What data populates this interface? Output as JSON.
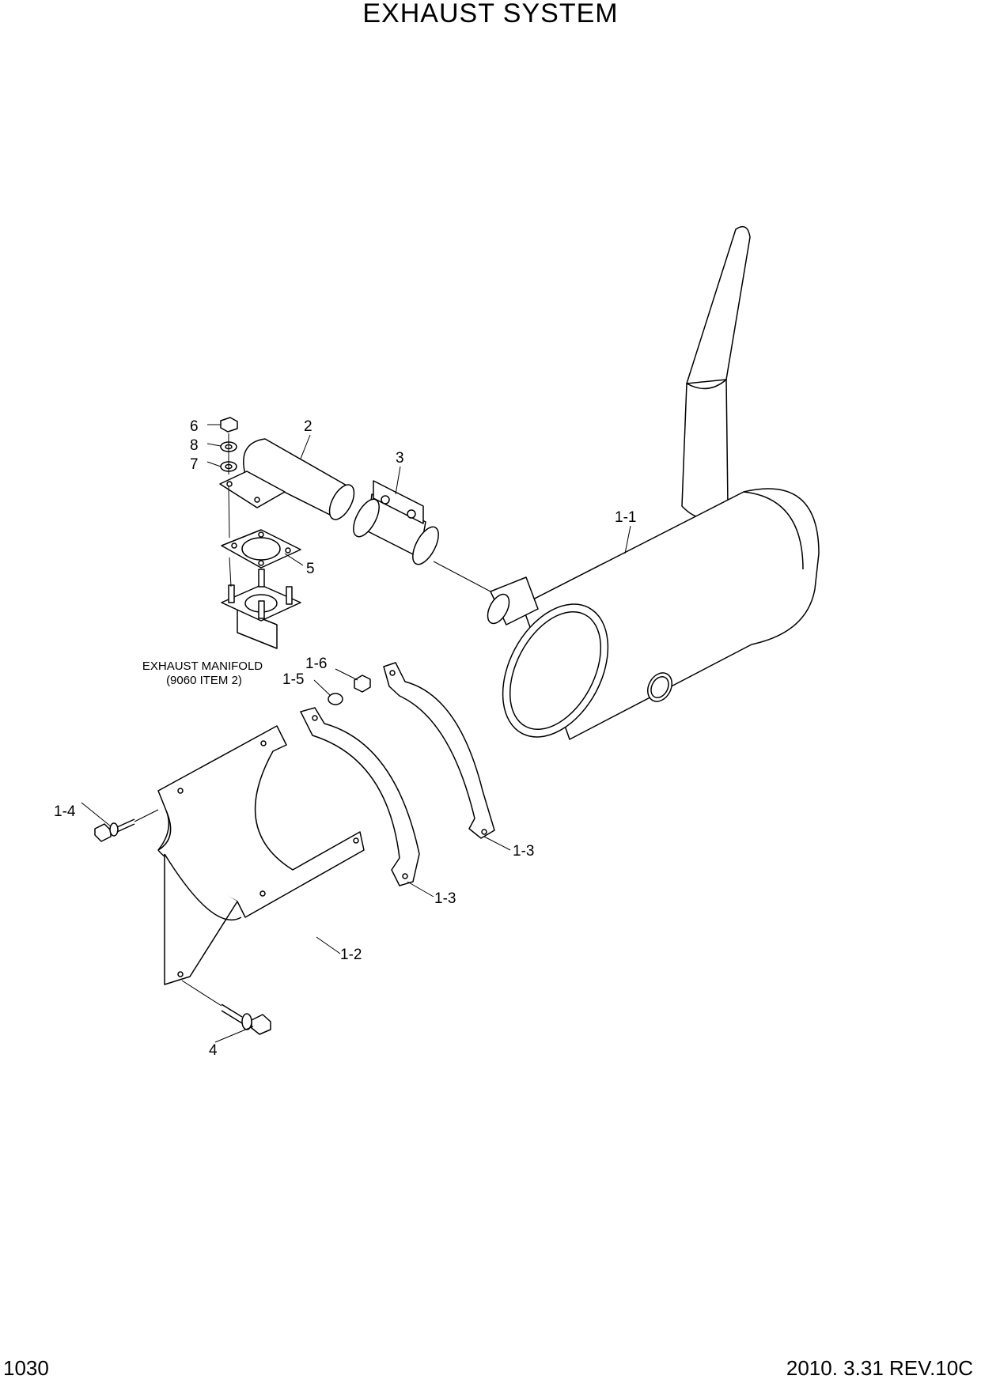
{
  "header": {
    "title": "EXHAUST SYSTEM"
  },
  "footer": {
    "page_number": "1030",
    "revision": "2010. 3.31 REV.10C"
  },
  "diagram": {
    "callouts": {
      "c6": "6",
      "c8": "8",
      "c7": "7",
      "c2": "2",
      "c3": "3",
      "c5": "5",
      "c1_1": "1-1",
      "c1_6": "1-6",
      "c1_5": "1-5",
      "c1_4": "1-4",
      "c1_3a": "1-3",
      "c1_3b": "1-3",
      "c1_2": "1-2",
      "c4": "4"
    },
    "note": {
      "line1": "EXHAUST MANIFOLD",
      "line2": "(9060 ITEM 2)"
    }
  }
}
